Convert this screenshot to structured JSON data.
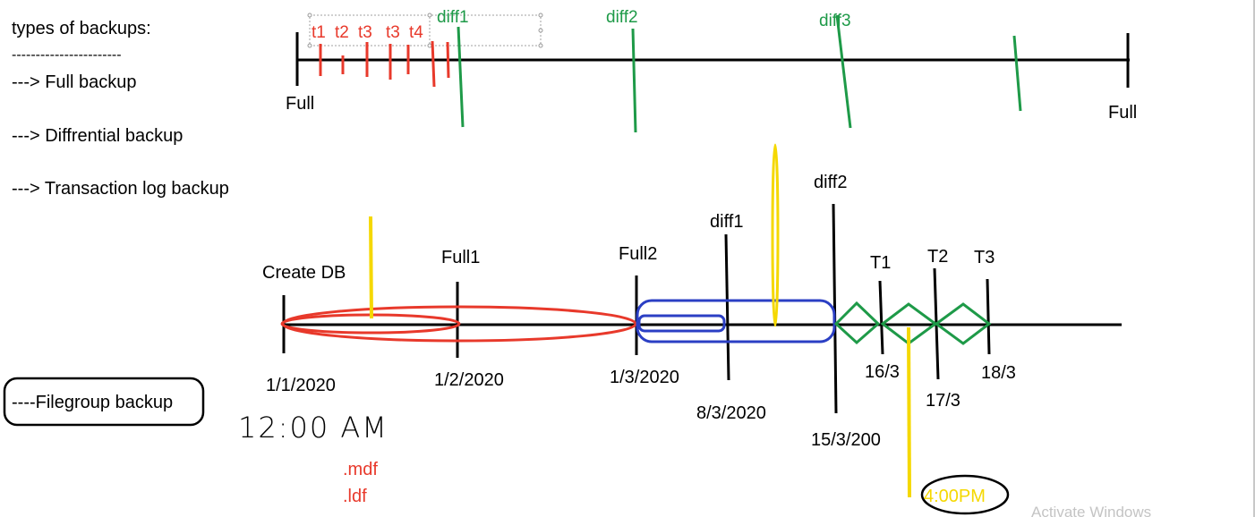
{
  "heading": {
    "title": "types of backups:",
    "divider": "-----------------------",
    "items": [
      "---> Full backup",
      "---> Diffrential backup",
      "---> Transaction log backup"
    ]
  },
  "filegroup_box": "----Filegroup backup",
  "timeline1": {
    "start_label": "Full",
    "end_label": "Full",
    "tlog_labels": [
      "t1",
      "t2",
      "t3",
      "t3",
      "t4"
    ],
    "diff_labels": [
      "diff1",
      "diff2",
      "diff3"
    ]
  },
  "timeline2": {
    "events": [
      "Create DB",
      "Full1",
      "Full2",
      "diff1",
      "diff2",
      "T1",
      "T2",
      "T3"
    ],
    "dates": [
      "1/1/2020",
      "1/2/2020",
      "1/3/2020",
      "8/3/2020",
      "15/3/200",
      "16/3",
      "17/3",
      "18/3"
    ]
  },
  "handwritten_time": "12:00 AM",
  "files": [
    ".mdf",
    ".ldf"
  ],
  "time_callout": "4:00PM",
  "watermark": "Activate Windows",
  "colors": {
    "black": "#000000",
    "red": "#e8392b",
    "green": "#1e9a48",
    "blue": "#2b3fc4",
    "yellow": "#f5d800",
    "selection": "#a0a0a0",
    "watermark": "#c4c4c4"
  }
}
